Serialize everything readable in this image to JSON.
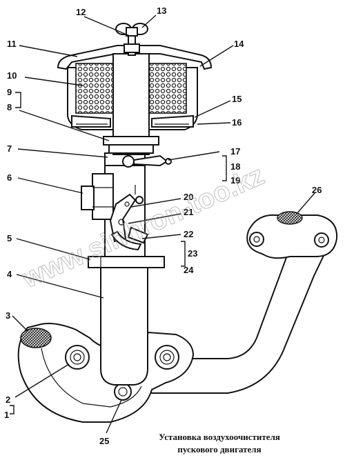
{
  "caption": {
    "line1": "Установка воздухоочистителя",
    "line2": "пускового двигателя"
  },
  "watermark": "www.sinhron-too.kz",
  "callouts": {
    "c1": "1",
    "c2": "2",
    "c3": "3",
    "c4": "4",
    "c5": "5",
    "c6": "6",
    "c7": "7",
    "c8": "8",
    "c9": "9",
    "c10": "10",
    "c11": "11",
    "c12": "12",
    "c13": "13",
    "c14": "14",
    "c15": "15",
    "c16": "16",
    "c17": "17",
    "c18": "18",
    "c19": "19",
    "c20": "20",
    "c21": "21",
    "c22": "22",
    "c23": "23",
    "c24": "24",
    "c25": "25",
    "c26": "26"
  }
}
